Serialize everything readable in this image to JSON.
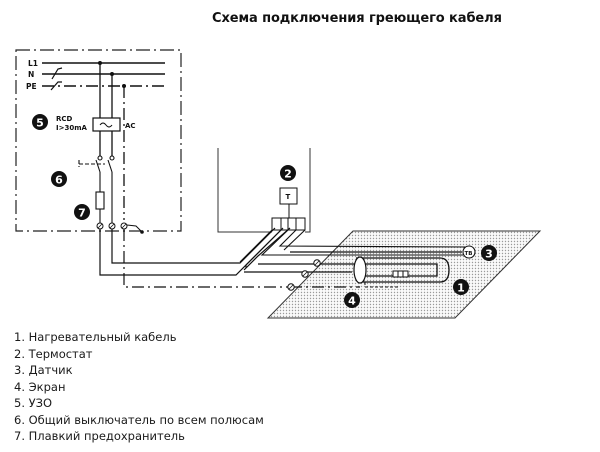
{
  "title": "Схема подключения греющего кабеля",
  "diagram": {
    "line_labels": {
      "l1": "L1",
      "n": "N",
      "pe": "PE"
    },
    "rcd_label_1": "RCD",
    "rcd_label_2": "I>30mA",
    "ac_label": "AC",
    "thermostat_label": "T",
    "sensor_label": "TB",
    "badges": {
      "b1": "1",
      "b2": "2",
      "b3": "3",
      "b4": "4",
      "b5": "5",
      "b6": "6",
      "b7": "7"
    }
  },
  "legend": [
    "1. Нагревательный кабель",
    "2. Термостат",
    "3. Датчик",
    "4. Экран",
    "5. УЗО",
    "6. Общий выключатель по всем полюсам",
    "7. Плавкий предохранитель"
  ]
}
